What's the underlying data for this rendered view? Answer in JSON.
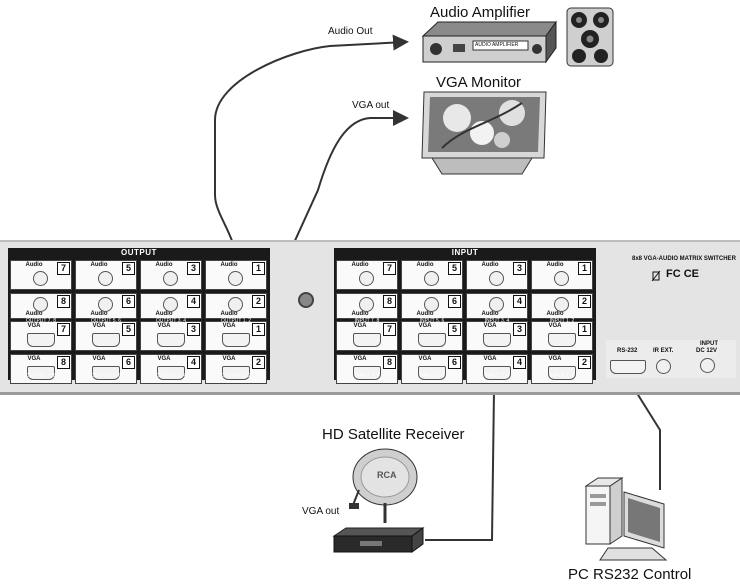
{
  "labels": {
    "audio_amplifier": "Audio Amplifier",
    "audio_out": "Audio Out",
    "vga_monitor": "VGA Monitor",
    "vga_out_top": "VGA out",
    "hd_receiver": "HD Satellite Receiver",
    "vga_out_bottom": "VGA out",
    "pc_control": "PC RS232 Control",
    "amp_display": "AUDIO AMPLIFIER",
    "dish_brand": "RCA"
  },
  "panel": {
    "output_title": "OUTPUT",
    "input_title": "INPUT",
    "model": "8x8  VGA-AUDIO MATRIX SWITCHER",
    "cert": "FC CE",
    "audio_label": "Audio",
    "vga_label": "VGA",
    "output_columns": [
      {
        "top_num": "7",
        "bot_num": "8",
        "group": "OUTPUT 7, 8"
      },
      {
        "top_num": "5",
        "bot_num": "6",
        "group": "OUTPUT 5, 6"
      },
      {
        "top_num": "3",
        "bot_num": "4",
        "group": "OUTPUT 3, 4"
      },
      {
        "top_num": "1",
        "bot_num": "2",
        "group": "OUTPUT 1, 2"
      }
    ],
    "input_columns": [
      {
        "top_num": "7",
        "bot_num": "8",
        "group": "INPUT 7, 8"
      },
      {
        "top_num": "5",
        "bot_num": "6",
        "group": "INPUT 5, 6"
      },
      {
        "top_num": "3",
        "bot_num": "4",
        "group": "INPUT 3, 4"
      },
      {
        "top_num": "1",
        "bot_num": "2",
        "group": "INPUT 1, 2"
      }
    ],
    "rs232": "RS-232",
    "ir_ext": "IR EXT.",
    "power_input": "INPUT",
    "power_dc": "DC 12V"
  },
  "colors": {
    "panel_black": "#1a1a1a",
    "rack_gray": "#e4e4e4",
    "cable": "#333333"
  }
}
